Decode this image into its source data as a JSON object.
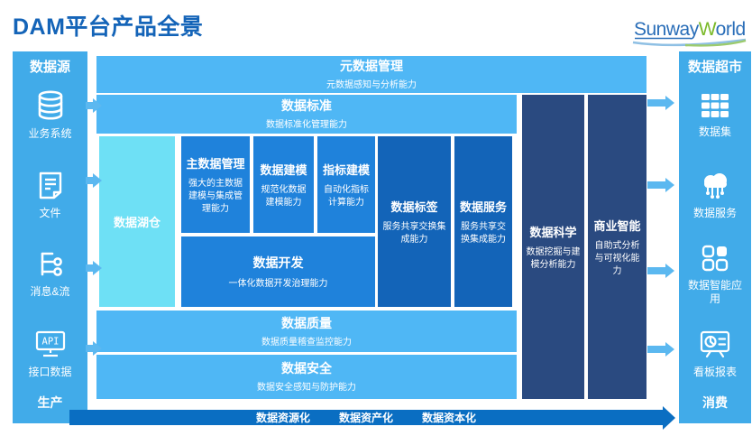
{
  "title": "DAM平台产品全景",
  "logo": {
    "text_blue_1": "Sunway",
    "text_green": "W",
    "text_blue_2": "orld"
  },
  "colors": {
    "title_text": "#1464B8",
    "sidebar": "#41ABE9",
    "row_light": "#4FB7F5",
    "lakehouse_cyan": "#6EE0F5",
    "block_mid_blue": "#1F82DB",
    "block_deep_blue": "#1364B8",
    "column_navy": "#2A4A80",
    "bottom_arrow": "#0A6EC2",
    "small_arrow": "#5BB8F0",
    "logo_blue": "#2A6EB8",
    "logo_green": "#7AB929"
  },
  "sidebar_left": {
    "header": "数据源",
    "items": [
      {
        "icon": "database-icon",
        "label": "业务系统"
      },
      {
        "icon": "document-icon",
        "label": "文件"
      },
      {
        "icon": "stream-icon",
        "label": "消息&流"
      },
      {
        "icon": "api-monitor-icon",
        "label": "接口数据"
      }
    ],
    "footer": "生产"
  },
  "sidebar_right": {
    "header": "数据超市",
    "items": [
      {
        "icon": "table-grid-icon",
        "label": "数据集"
      },
      {
        "icon": "cloud-nodes-icon",
        "label": "数据服务"
      },
      {
        "icon": "app-grid-icon",
        "label": "数据智能应用"
      },
      {
        "icon": "dashboard-icon",
        "label": "看板报表"
      }
    ],
    "footer": "消费"
  },
  "blocks": {
    "metadata": {
      "title": "元数据管理",
      "subtitle": "元数据感知与分析能力"
    },
    "standards": {
      "title": "数据标准",
      "subtitle": "数据标准化管理能力"
    },
    "lakehouse": {
      "title": "数据湖仓"
    },
    "mdm": {
      "title": "主数据管理",
      "subtitle": "强大的主数据建模与集成管理能力"
    },
    "modeling": {
      "title": "数据建模",
      "subtitle": "规范化数据建模能力"
    },
    "indicator": {
      "title": "指标建模",
      "subtitle": "自动化指标计算能力"
    },
    "development": {
      "title": "数据开发",
      "subtitle": "一体化数据开发治理能力"
    },
    "tags": {
      "title": "数据标签",
      "subtitle": "服务共享交换集成能力"
    },
    "services": {
      "title": "数据服务",
      "subtitle": "服务共享交换集成能力"
    },
    "science": {
      "title": "数据科学",
      "subtitle": "数据挖掘与建模分析能力"
    },
    "bi": {
      "title": "商业智能",
      "subtitle": "自助式分析与可视化能力"
    },
    "quality": {
      "title": "数据质量",
      "subtitle": "数据质量稽查监控能力"
    },
    "security": {
      "title": "数据安全",
      "subtitle": "数据安全感知与防护能力"
    }
  },
  "bottom_arrow": {
    "labels": [
      "数据资源化",
      "数据资产化",
      "数据资本化"
    ]
  }
}
